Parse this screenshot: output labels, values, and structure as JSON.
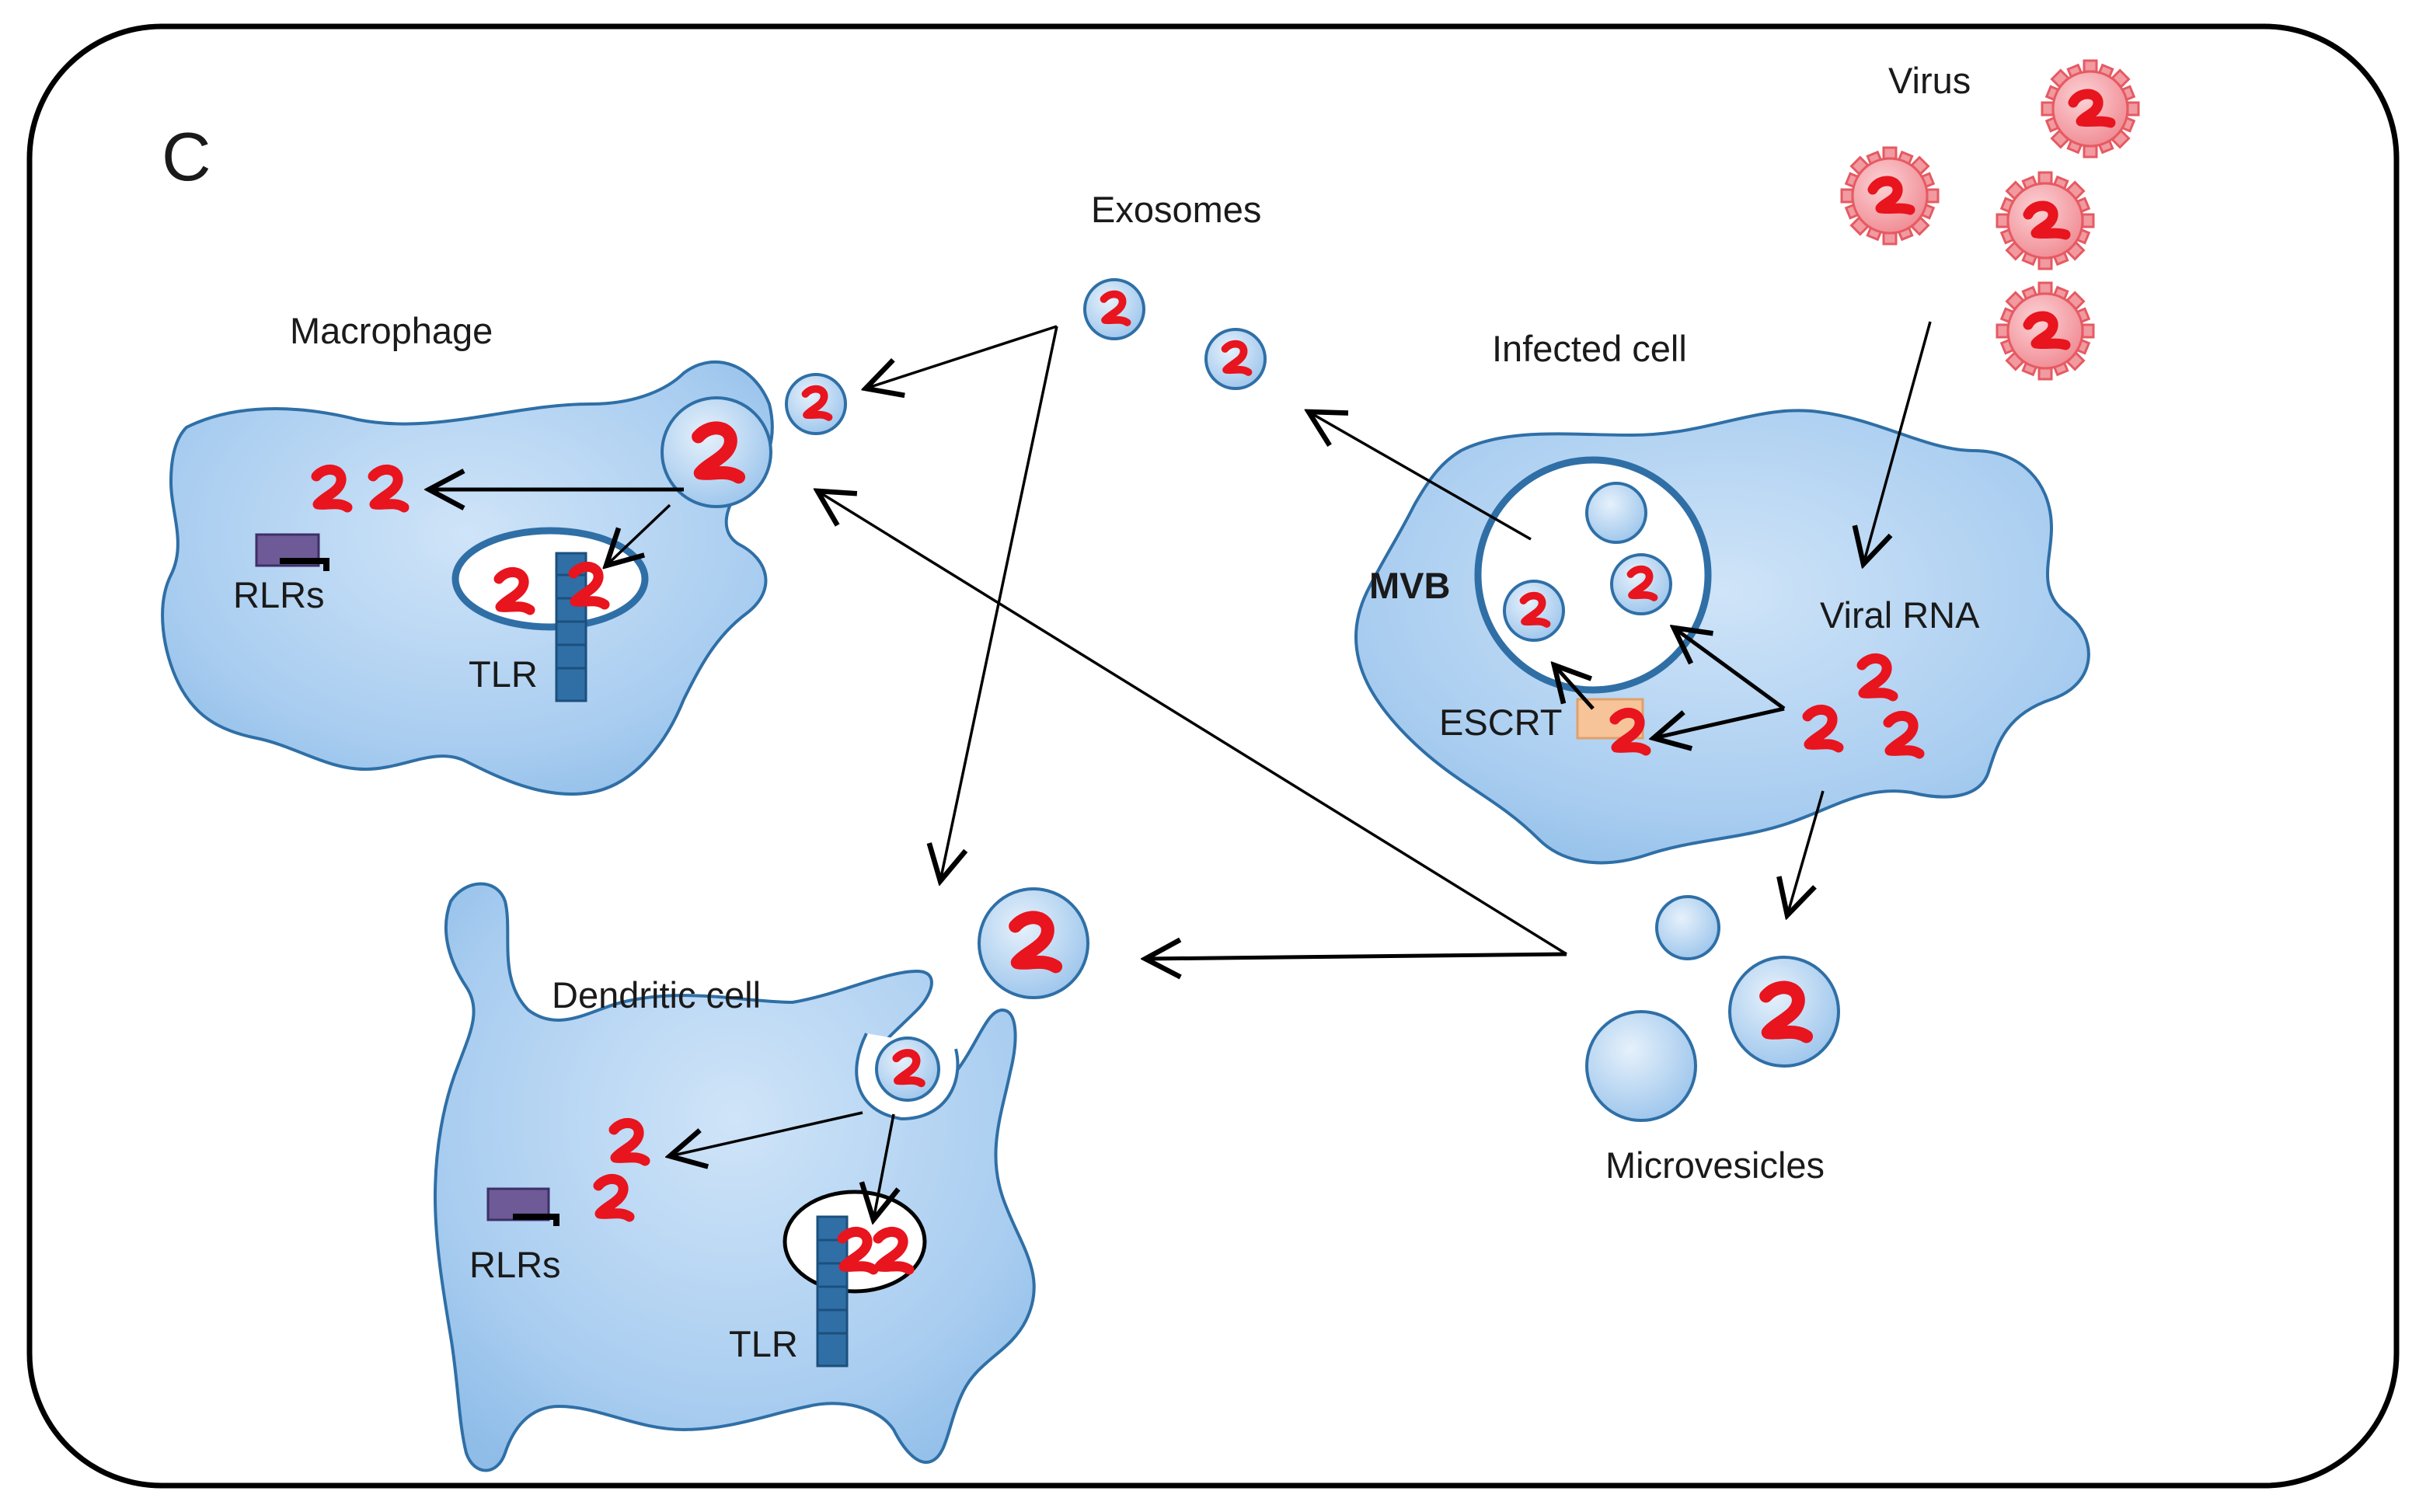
{
  "panel_letter": "C",
  "labels": {
    "virus": "Virus",
    "exosomes": "Exosomes",
    "infected_cell": "Infected cell",
    "macrophage": "Macrophage",
    "mvb": "MVB",
    "viral_rna": "Viral RNA",
    "escrt": "ESCRT",
    "rlrs_macrophage": "RLRs",
    "tlr_macrophage": "TLR",
    "dendritic_cell": "Dendritic cell",
    "rlrs_dendritic": "RLRs",
    "tlr_dendritic": "TLR",
    "microvesicles": "Microvesicles"
  },
  "colors": {
    "cell_fill": "#a9cdf0",
    "cell_stroke": "#2f6fa6",
    "rna": "#e8141e",
    "virus": "#f08a92",
    "tlr": "#2f6fa6",
    "rlr": "#6e5a96",
    "escrt": "#f7c49a",
    "frame": "#000000"
  }
}
